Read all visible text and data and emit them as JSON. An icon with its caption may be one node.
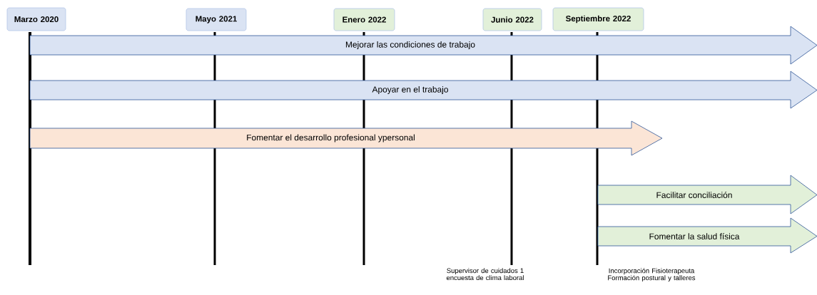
{
  "diagram": {
    "nodes": [
      {
        "text": [
          "Marzo 2020"
        ]
      },
      {
        "text": [
          "Mayo 2021"
        ]
      },
      {
        "text": [
          "Enero 2022"
        ]
      },
      {
        "text": [
          "Junio 2022"
        ]
      },
      {
        "text": [
          "Septiembre 2022"
        ]
      },
      {
        "text": [
          "Mejorar las condiciones de trabajo"
        ]
      },
      {
        "text": [
          "Apoyar en el trabajo"
        ]
      },
      {
        "text": [
          "Fomentar el desarrollo profesional ypersonal"
        ]
      },
      {
        "text": [
          "Facilitar conciliación"
        ]
      },
      {
        "text": [
          "Fomentar la salud física"
        ]
      }
    ],
    "labels": [
      "Supervisor de cuidados 1 encuesta de clima laboral",
      "Incorporación Fisioterapeuta Formación postural y talleres"
    ]
  }
}
